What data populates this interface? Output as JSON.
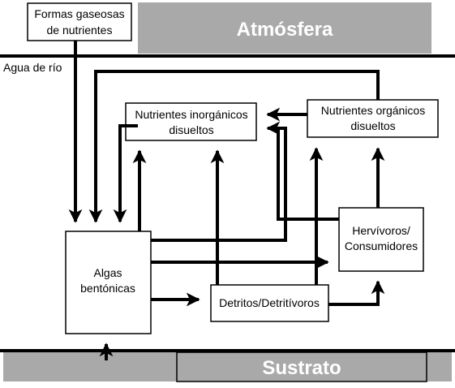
{
  "atmosphere": {
    "label": "Atmósfera"
  },
  "substrate": {
    "label": "Sustrato"
  },
  "river": {
    "label": "Agua de río"
  },
  "gaseous": {
    "line1": "Formas gaseosas",
    "line2": "de nutrientes"
  },
  "inorganic": {
    "line1": "Nutrientes inorgánicos",
    "line2": "disueltos"
  },
  "organic": {
    "line1": "Nutrientes orgánicos",
    "line2": "disueltos"
  },
  "algae": {
    "line1": "Algas",
    "line2": "bentónicas"
  },
  "herbivores": {
    "line1": "Hervívoros/",
    "line2": "Consumidores"
  },
  "detritus": {
    "label": "Detritos/Detritívoros"
  },
  "colors": {
    "bar_fill": "#a9a9a9",
    "bar_text": "#ffffff",
    "ink": "#000000"
  }
}
